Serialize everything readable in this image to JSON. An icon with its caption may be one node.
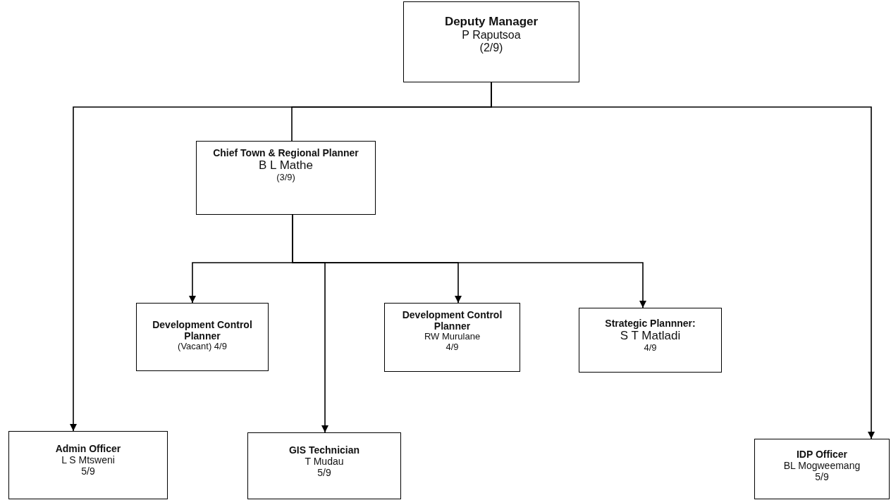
{
  "diagram": {
    "nodes": [
      {
        "text": [
          "Deputy Manager",
          "P Raputsoa",
          "(2/9)"
        ]
      },
      {
        "text": [
          "Chief Town & Regional Planner",
          "B L Mathe",
          "(3/9)"
        ]
      },
      {
        "text": [
          "Development Control Planner",
          "(Vacant) 4/9"
        ]
      },
      {
        "text": [
          "Development Control Planner",
          "RW Murulane",
          "4/9"
        ]
      },
      {
        "text": [
          "Strategic Plannner:",
          "S T Matladi",
          "4/9"
        ]
      },
      {
        "text": [
          "Admin Officer",
          "L S Mtsweni",
          "5/9"
        ]
      },
      {
        "text": [
          "GIS Technician",
          "T Mudau",
          "5/9"
        ]
      },
      {
        "text": [
          "IDP Officer",
          "BL Mogweemang",
          "5/9"
        ]
      }
    ],
    "edges": [
      {
        "from": 0,
        "to": 1,
        "arrow": "none"
      },
      {
        "from": 0,
        "to": 5,
        "arrow": "to"
      },
      {
        "from": 0,
        "to": 7,
        "arrow": "to"
      },
      {
        "from": 1,
        "to": 2,
        "arrow": "to"
      },
      {
        "from": 1,
        "to": 6,
        "arrow": "to"
      },
      {
        "from": 1,
        "to": 3,
        "arrow": "to"
      },
      {
        "from": 1,
        "to": 4,
        "arrow": "to"
      }
    ]
  }
}
